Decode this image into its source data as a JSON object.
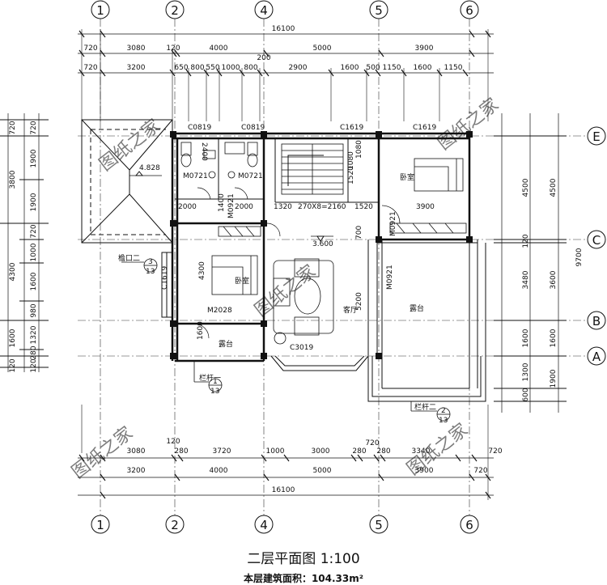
{
  "plan": {
    "title": "二层平面图 1:100",
    "area_note": "本层建筑面积：104.33m²",
    "watermark": "图纸之家"
  },
  "axes": {
    "vertical": [
      "1",
      "2",
      "4",
      "5",
      "6"
    ],
    "horizontal": [
      "E",
      "C",
      "B",
      "A"
    ]
  },
  "dims": {
    "top_total": "16100",
    "top_row1": [
      "720",
      "3080",
      "120",
      "4000",
      "5000",
      "3900"
    ],
    "top_row2": [
      "720",
      "3200",
      "650",
      "800",
      "550",
      "1000",
      "800",
      "200",
      "2900",
      "1600",
      "500",
      "1150",
      "1600",
      "1150"
    ],
    "bottom_row1": [
      "3080",
      "120",
      "280",
      "3720",
      "1000",
      "3000",
      "280",
      "720",
      "280",
      "3340",
      "720"
    ],
    "bottom_row2": [
      "3200",
      "4000",
      "5000",
      "3900",
      "720"
    ],
    "bottom_total": "16100",
    "right_outer": [
      "4500",
      "9700",
      "1900"
    ],
    "right_inner": [
      "4500",
      "120",
      "3480",
      "3600",
      "1600",
      "1300",
      "600"
    ],
    "left_outer": [
      "720",
      "3800",
      "4300",
      "1600",
      "120"
    ],
    "left_inner": [
      "720",
      "1900",
      "1900",
      "720",
      "1000",
      "1600",
      "980",
      "1320",
      "280",
      "120"
    ],
    "interior": [
      "2400",
      "2000",
      "2000",
      "1320",
      "270X8=2160",
      "1520",
      "1520",
      "1080",
      "1080",
      "3900",
      "4300",
      "5200",
      "700",
      "1600",
      "1400"
    ]
  },
  "labels": {
    "windows_top": [
      "C0819",
      "C0819",
      "C1619",
      "C1619"
    ],
    "doors": [
      "M0721",
      "M0721",
      "M0921",
      "M0921",
      "M0921",
      "M2028"
    ],
    "window_left": "C1619",
    "window_bottom": "C3019",
    "elevations": [
      "4.828",
      "3.600"
    ],
    "bedroom_left": "卧室",
    "bedroom_right": "卧室",
    "living": "客厅",
    "balcony_bottom": "露台",
    "terrace_right": "露台",
    "section_marks": [
      {
        "text": "檐口二",
        "num": "3",
        "den": "13"
      },
      {
        "text": "栏杆一",
        "num": "1",
        "den": "13"
      },
      {
        "text": "栏杆二",
        "num": "2",
        "den": "13"
      }
    ]
  }
}
